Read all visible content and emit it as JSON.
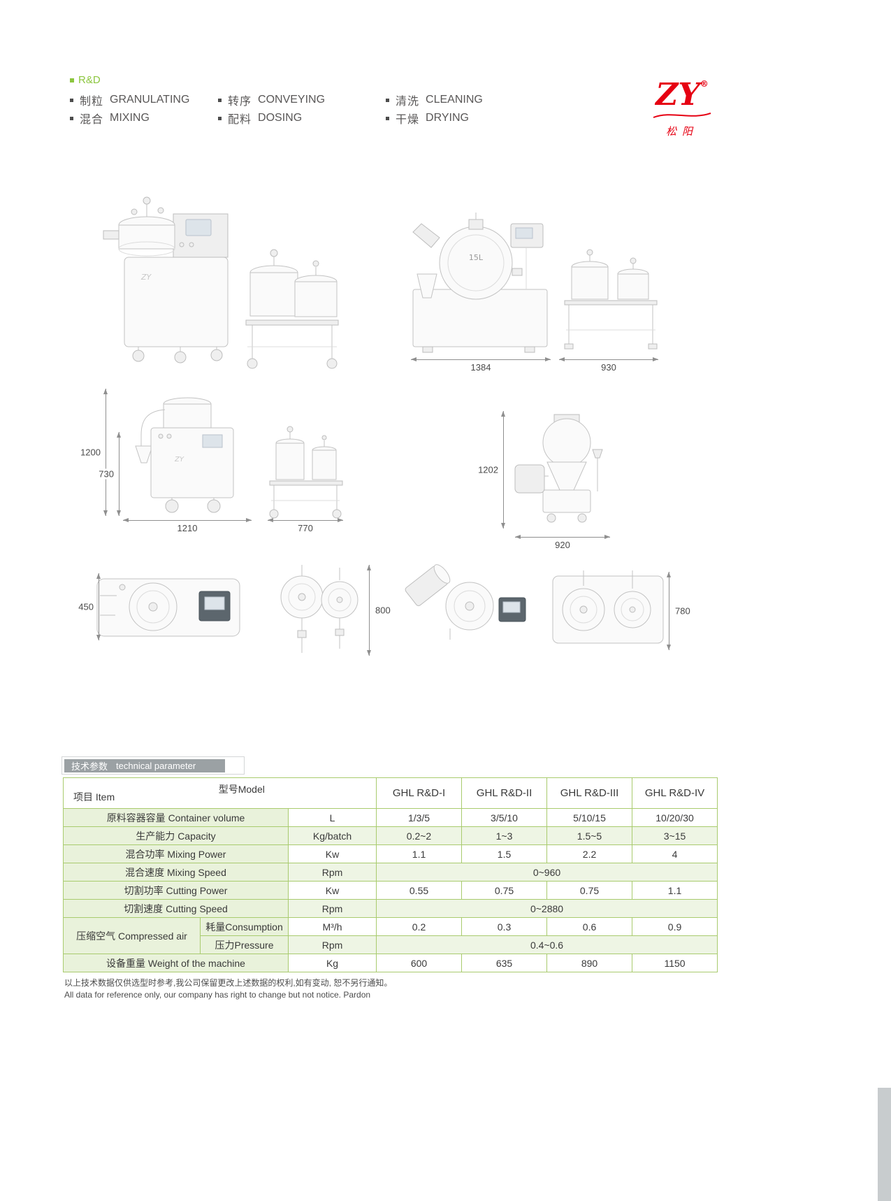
{
  "page": {
    "background": "#ffffff",
    "accent_green": "#8cc63f",
    "table_border_green": "#a9cb6e",
    "brand_red": "#e60012",
    "bar_gray": "#9ba1a4"
  },
  "header": {
    "rd_label": "R&D",
    "items": [
      {
        "cn": "制粒",
        "en": "GRANULATING"
      },
      {
        "cn": "混合",
        "en": "MIXING"
      },
      {
        "cn": "转序",
        "en": "CONVEYING"
      },
      {
        "cn": "配料",
        "en": "DOSING"
      },
      {
        "cn": "清洗",
        "en": "CLEANING"
      },
      {
        "cn": "干燥",
        "en": "DRYING"
      }
    ],
    "logo": {
      "text": "ZY",
      "reg": "®",
      "script": "松阳"
    }
  },
  "drawings": {
    "vessel_label": "15L",
    "machine_mark": "ZY",
    "dims": {
      "d1384": "1384",
      "d930": "930",
      "d1200": "1200",
      "d730": "730",
      "d1210": "1210",
      "d770": "770",
      "d1202": "1202",
      "d920": "920",
      "d450": "450",
      "d800": "800",
      "d780": "780"
    }
  },
  "table": {
    "section_title_cn": "技术参数",
    "section_title_en": "technical parameter",
    "header": {
      "item_label": "项目 Item",
      "model_label": "型号Model",
      "models": [
        "GHL R&D-I",
        "GHL R&D-II",
        "GHL R&D-III",
        "GHL R&D-IV"
      ]
    },
    "rows": [
      {
        "label": "原料容器容量 Container volume",
        "unit": "L",
        "values": [
          "1/3/5",
          "3/5/10",
          "5/10/15",
          "10/20/30"
        ]
      },
      {
        "label": "生产能力 Capacity",
        "unit": "Kg/batch",
        "values": [
          "0.2~2",
          "1~3",
          "1.5~5",
          "3~15"
        ]
      },
      {
        "label": "混合功率 Mixing Power",
        "unit": "Kw",
        "values": [
          "1.1",
          "1.5",
          "2.2",
          "4"
        ]
      },
      {
        "label": "混合速度 Mixing Speed",
        "unit": "Rpm",
        "span": "0~960"
      },
      {
        "label": "切割功率 Cutting Power",
        "unit": "Kw",
        "values": [
          "0.55",
          "0.75",
          "0.75",
          "1.1"
        ]
      },
      {
        "label": "切割速度 Cutting Speed",
        "unit": "Rpm",
        "span": "0~2880"
      },
      {
        "group": "压缩空气 Compressed air",
        "sub": "耗量Consumption",
        "unit": "M³/h",
        "values": [
          "0.2",
          "0.3",
          "0.6",
          "0.9"
        ]
      },
      {
        "sub": "压力Pressure",
        "unit": "Rpm",
        "span": "0.4~0.6"
      },
      {
        "label": "设备重量 Weight of the machine",
        "unit": "Kg",
        "values": [
          "600",
          "635",
          "890",
          "1150"
        ]
      }
    ]
  },
  "notes": {
    "cn": "以上技术数据仅供选型时参考,我公司保留更改上述数据的权利,如有变动, 恕不另行通知。",
    "en": "All data for reference only, our company has right to change but not notice. Pardon"
  }
}
